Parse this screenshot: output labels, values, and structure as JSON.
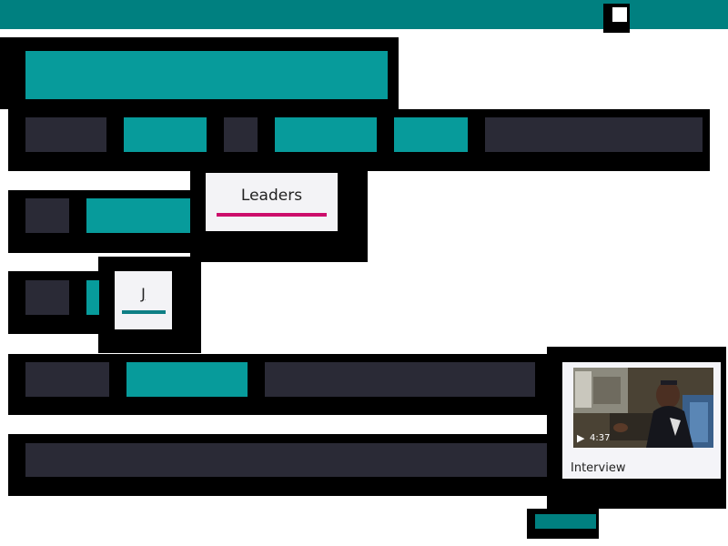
{
  "popups": {
    "leaders_label": "Leaders",
    "j_label": "J"
  },
  "video": {
    "duration": "4:37",
    "title": "Interview"
  },
  "colors": {
    "header": "#008080",
    "accent": "#079b9b",
    "block": "#2a2a36",
    "underline_pink": "#cc0d6b",
    "underline_teal": "#0e7f85"
  },
  "icons": {
    "play": "play-icon"
  }
}
